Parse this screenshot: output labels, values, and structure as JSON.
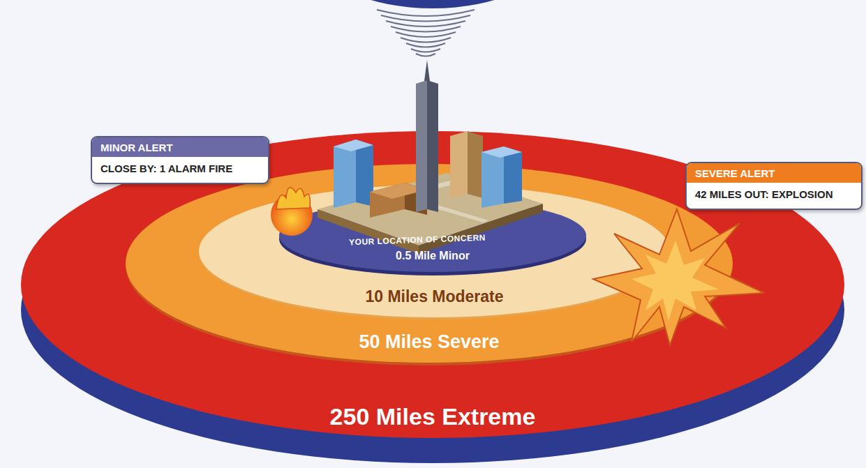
{
  "diagram": {
    "nodes": [
      {
        "text": [
          "250 Miles Extreme"
        ]
      },
      {
        "text": [
          "50 Miles Severe"
        ],
        "in": 0
      },
      {
        "text": [
          "10 Miles Moderate"
        ],
        "in": 1
      },
      {
        "text": [
          "0.5 Mile Minor"
        ],
        "in": 2
      },
      {
        "text": [
          "MINOR ALERT",
          "CLOSE BY: 1 ALARM FIRE"
        ]
      },
      {
        "text": [
          "SEVERE ALERT",
          "42 MILES OUT: EXPLOSION"
        ]
      }
    ],
    "labels": [
      "YOUR LOCATION OF CONCERN"
    ]
  }
}
